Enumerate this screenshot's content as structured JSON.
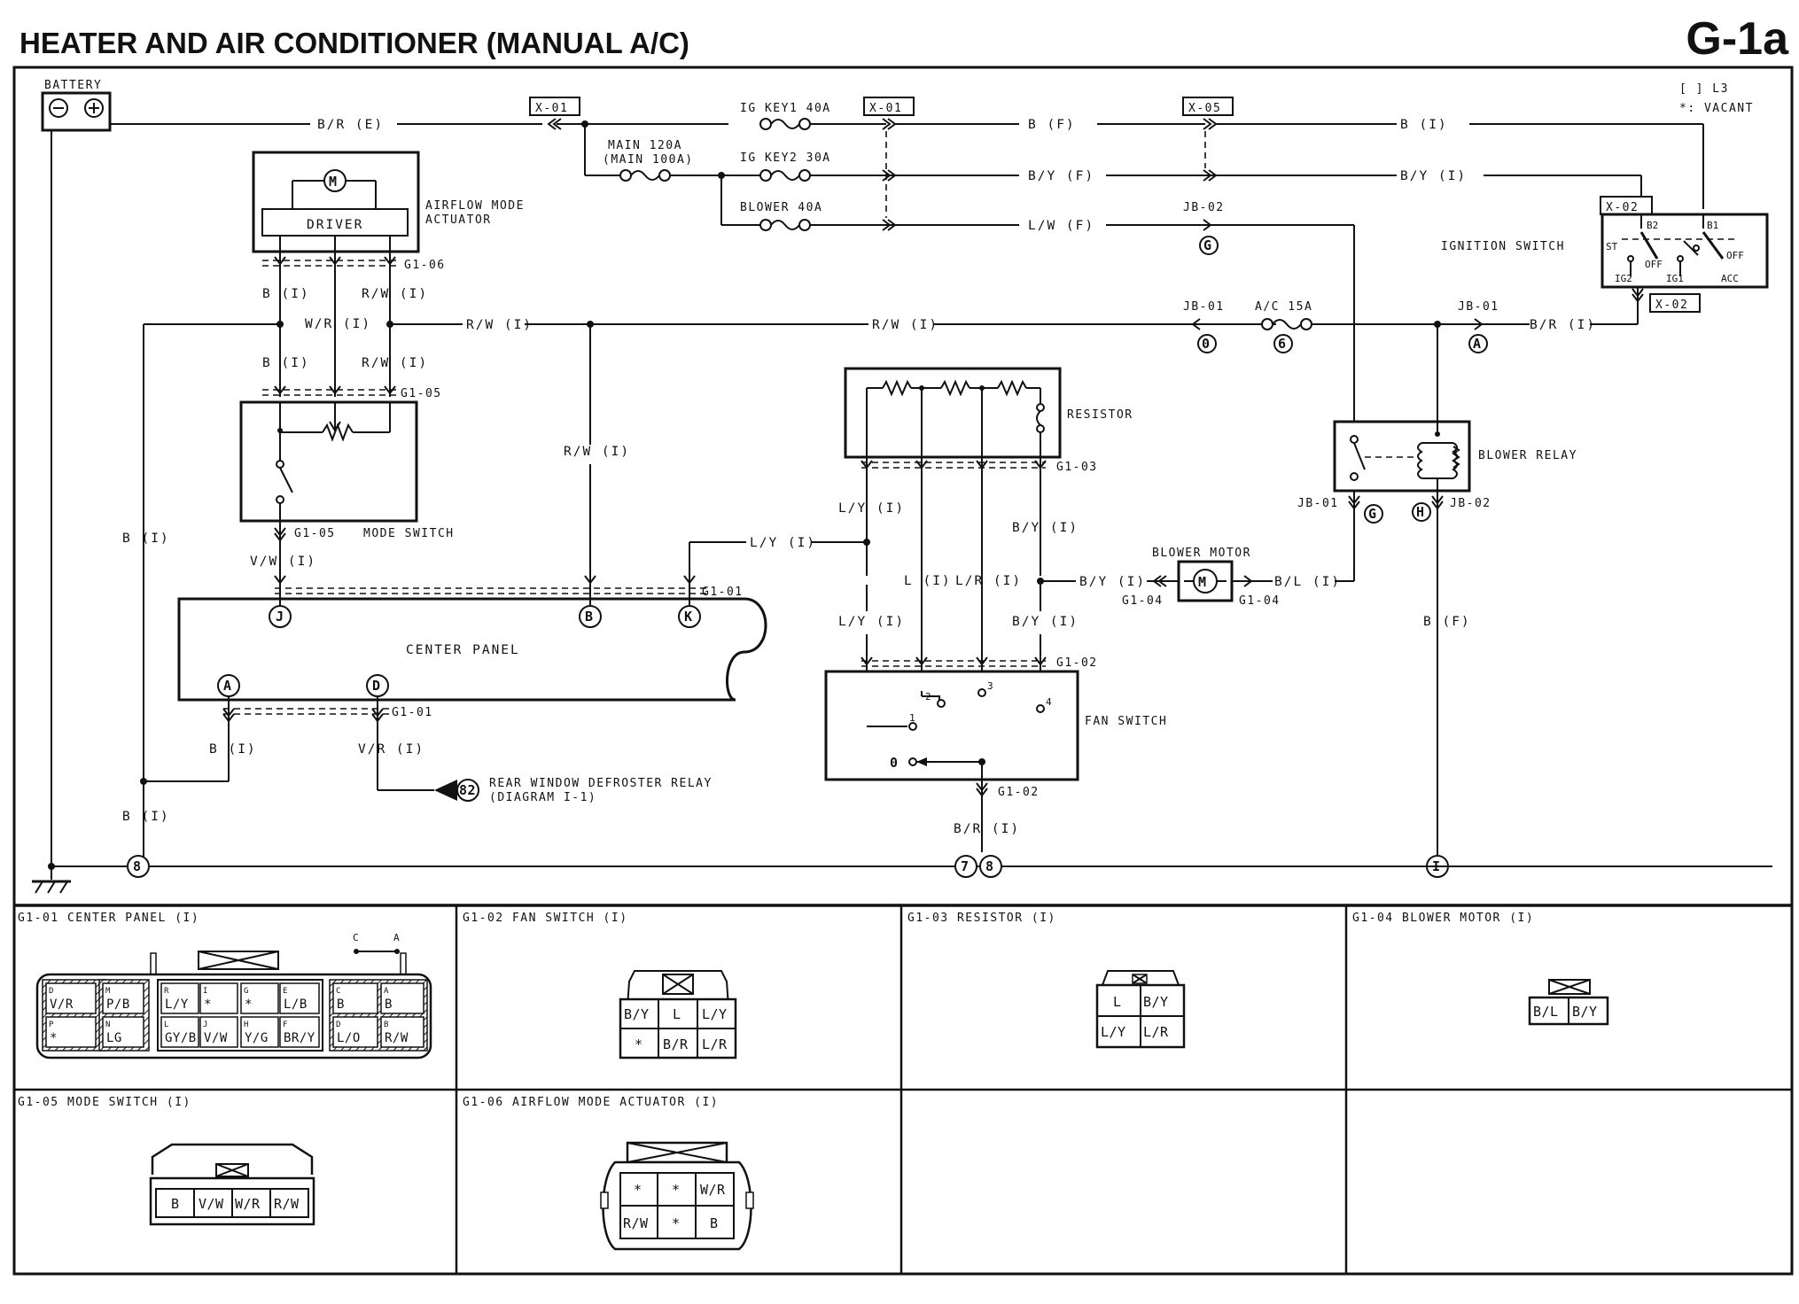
{
  "header": {
    "title": "HEATER AND AIR CONDITIONER (MANUAL A/C)",
    "code": "G-1a"
  },
  "legend": {
    "bracket": "[ ] L3",
    "asterisk": "*: VACANT"
  },
  "components": {
    "battery": "BATTERY",
    "airflow_actuator": [
      "AIRFLOW MODE",
      "ACTUATOR"
    ],
    "driver": "DRIVER",
    "mode_switch": "MODE SWITCH",
    "center_panel": "CENTER PANEL",
    "resistor": "RESISTOR",
    "fan_switch": "FAN SWITCH",
    "blower_motor": "BLOWER MOTOR",
    "blower_relay": "BLOWER RELAY",
    "ignition_switch": "IGNITION SWITCH",
    "rear_defroster": [
      "REAR WINDOW DEFROSTER RELAY",
      "(DIAGRAM I-1)"
    ],
    "rear_defroster_ref": "82"
  },
  "fuses": {
    "main": [
      "MAIN 120A",
      "(MAIN 100A)"
    ],
    "ig_key1": "IG KEY1 40A",
    "ig_key2": "IG KEY2 30A",
    "blower": "BLOWER 40A",
    "ac": "A/C 15A"
  },
  "connectors": {
    "x01": "X-01",
    "x05": "X-05",
    "x02": "X-02",
    "g101": "G1-01",
    "g102": "G1-02",
    "g103": "G1-03",
    "g104": "G1-04",
    "g105": "G1-05",
    "g106": "G1-06",
    "jb01": "JB-01",
    "jb02": "JB-02"
  },
  "ignition_pins": {
    "b2": "B2",
    "b1": "B1",
    "st": "ST",
    "ig2": "IG2",
    "ig1": "IG1",
    "acc": "ACC",
    "off": "OFF"
  },
  "wires": {
    "br_e": "B/R (E)",
    "b_f": "B (F)",
    "by_f": "B/Y (F)",
    "lw_f": "L/W (F)",
    "b_l": "B (I)",
    "by_l": "B/Y (I)",
    "br_l": "B/R (I)",
    "rw_l": "R/W (I)",
    "wr_l": "W/R (I)",
    "vw_l": "V/W (I)",
    "ly_l": "L/Y (I)",
    "l_l": "L (I)",
    "lr_l": "L/R (I)",
    "bl_l": "B/L (I)",
    "vr_l": "V/R (I)"
  },
  "pins": {
    "j": "J",
    "b": "B",
    "k": "K",
    "a": "A",
    "d": "D",
    "g": "G",
    "h": "H",
    "zero": "0",
    "six": "6",
    "fan": [
      "1",
      "2",
      "3",
      "4",
      "0"
    ],
    "grounds": [
      "8",
      "7",
      "8",
      "I"
    ]
  },
  "connector_panels": [
    {
      "title": "G1-01 CENTER PANEL (I)",
      "ca": [
        "C",
        "A"
      ]
    },
    {
      "title": "G1-02 FAN SWITCH (I)",
      "cells": [
        "B/Y",
        "L",
        "L/Y",
        "*",
        "B/R",
        "L/R"
      ]
    },
    {
      "title": "G1-03 RESISTOR (I)",
      "cells": [
        "L",
        "B/Y",
        "L/Y",
        "L/R"
      ]
    },
    {
      "title": "G1-04 BLOWER MOTOR (I)",
      "cells": [
        "B/L",
        "B/Y"
      ]
    },
    {
      "title": "G1-05 MODE SWITCH (I)",
      "cells": [
        "B",
        "V/W",
        "W/R",
        "R/W"
      ]
    },
    {
      "title": "G1-06 AIRFLOW MODE ACTUATOR (I)",
      "cells": [
        "*",
        "*",
        "W/R",
        "R/W",
        "*",
        "B"
      ]
    },
    {
      "title": ""
    },
    {
      "title": ""
    }
  ],
  "g101_cells": [
    {
      "p": "D",
      "v": "V/R"
    },
    {
      "p": "M",
      "v": "P/B"
    },
    {
      "p": "R",
      "v": "L/Y"
    },
    {
      "p": "I",
      "v": "*"
    },
    {
      "p": "G",
      "v": "*"
    },
    {
      "p": "E",
      "v": "L/B"
    },
    {
      "p": "C",
      "v": "B"
    },
    {
      "p": "A",
      "v": "B"
    },
    {
      "p": "P",
      "v": "*"
    },
    {
      "p": "N",
      "v": "LG"
    },
    {
      "p": "L",
      "v": "GY/B"
    },
    {
      "p": "J",
      "v": "V/W"
    },
    {
      "p": "H",
      "v": "Y/G"
    },
    {
      "p": "F",
      "v": "BR/Y"
    },
    {
      "p": "D",
      "v": "L/O"
    },
    {
      "p": "B",
      "v": "R/W"
    }
  ]
}
